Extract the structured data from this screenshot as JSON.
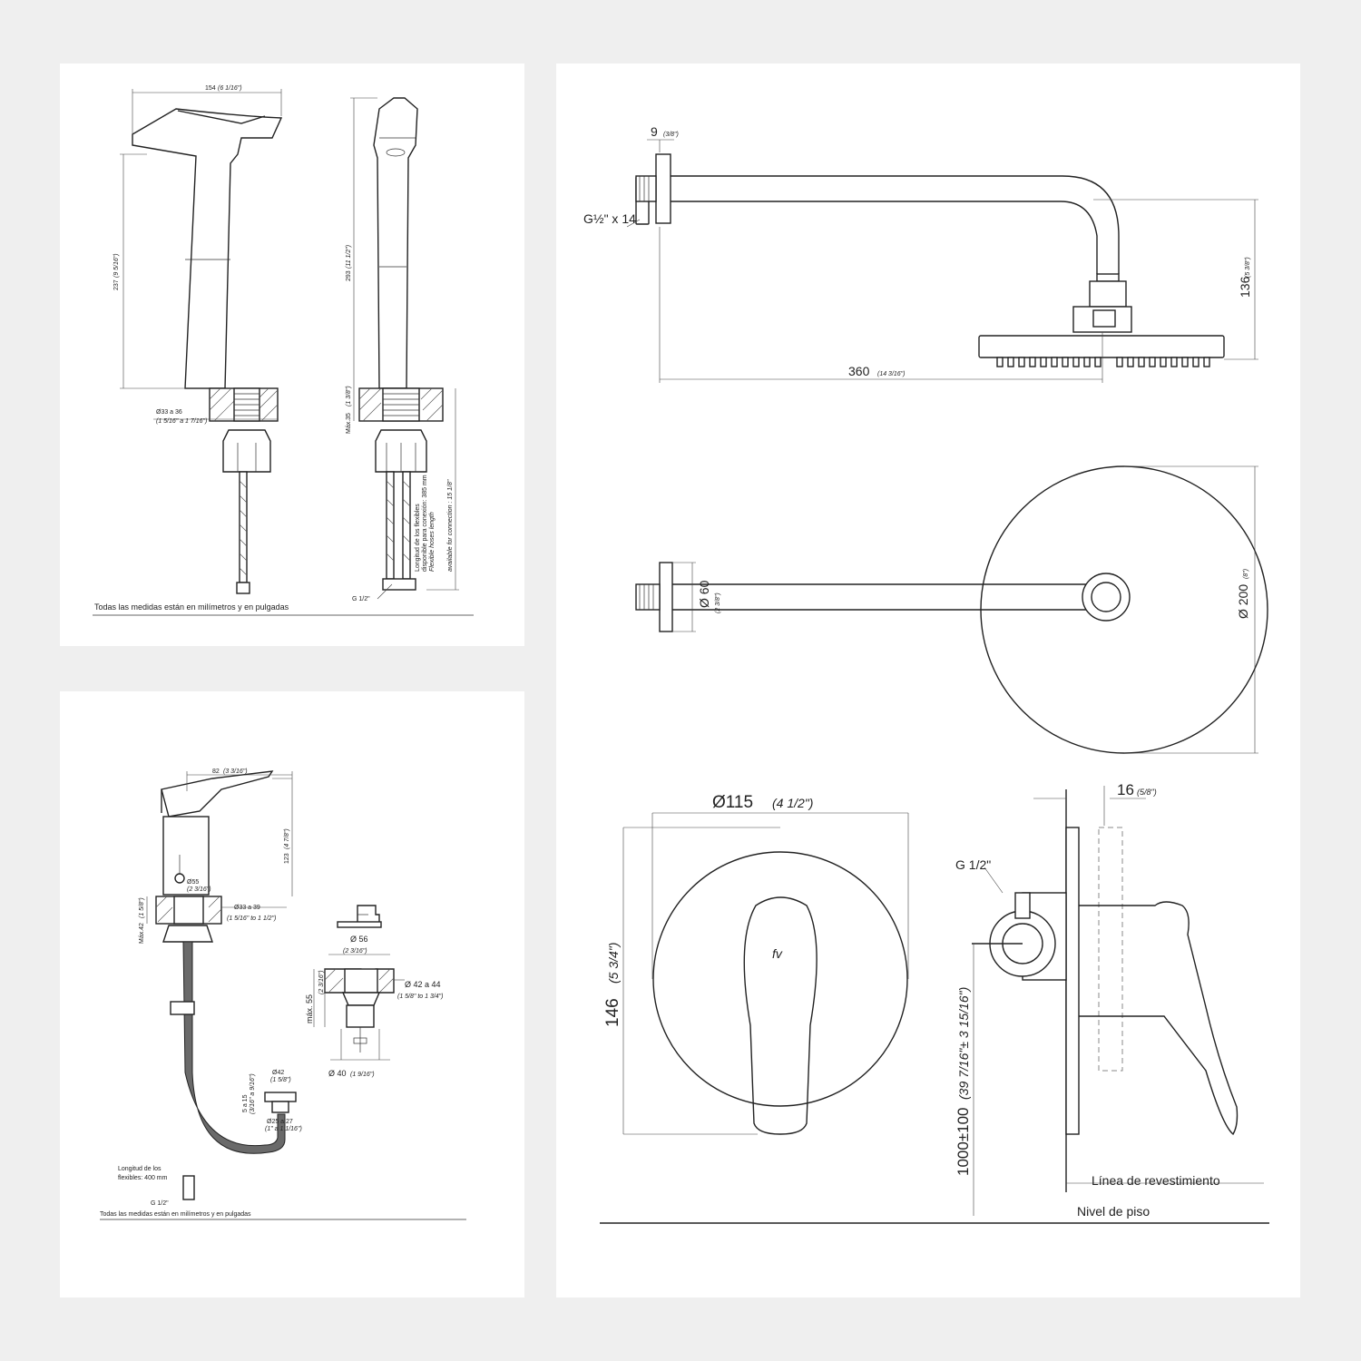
{
  "basin_tall": {
    "dim_width": "154",
    "dim_width_in": "(6 1/16\")",
    "dim_height_side": "237",
    "dim_height_side_in": "(9 5/16\")",
    "dim_height_front": "293",
    "dim_height_front_in": "(11 1/2\")",
    "dim_hole": "Ø33 a 36",
    "dim_hole_in": "(1 5/16\" a 1 7/16\")",
    "dim_max": "Máx.35",
    "dim_max_in": "(1 3/8\")",
    "hose_note_1": "Longitud de los flexibles",
    "hose_note_2": "disponible para conexión: 385 mm",
    "hose_note_3": "Flexible hoses length",
    "hose_note_4": "available for connection : 15 1/8\"",
    "thread": "G 1/2\"",
    "footnote": "Todas las medidas están en milímetros y en pulgadas"
  },
  "basin_short": {
    "dim_width": "82",
    "dim_width_in": "(3 3/16\")",
    "dim_height": "123",
    "dim_height_in": "(4 7/8\")",
    "dim_body": "Ø55",
    "dim_body_in": "(2 3/16\")",
    "dim_max": "Máx.42",
    "dim_max_in": "(1 5/8\")",
    "dim_hole": "Ø33 a 39",
    "dim_hole_in": "(1 5/16\" to 1 1/2\")",
    "drain_top": "Ø 56",
    "drain_top_in": "(2 3/16\")",
    "drain_max": "máx. 55",
    "drain_max_in": "(2 3/16\")",
    "drain_hole": "Ø 42 a 44",
    "drain_hole_in": "(1 5/8\" to 1 3/4\")",
    "drain_bottom": "Ø 40",
    "drain_bottom_in": "(1 9/16\")",
    "rod_dia": "Ø42",
    "rod_dia_in": "(1 5/8\")",
    "rod_range": "5 a 15",
    "rod_range_in": "(3/16\" a 9/16\")",
    "rod_hole": "Ø25 a 27",
    "rod_hole_in": "(1\" a 1 1/16\")",
    "hose_note_1": "Longitud de los",
    "hose_note_2": "flexibles: 400 mm",
    "thread": "G 1/2\"",
    "footnote": "Todas las medidas están en milímetros y en pulgadas"
  },
  "shower_arm": {
    "dim_flange": "9",
    "dim_flange_in": "(3/8\")",
    "thread": "G½\" x 14",
    "dim_reach": "360",
    "dim_reach_in": "(14 3/16\")",
    "dim_drop": "136",
    "dim_drop_in": "(5 3/8\")",
    "dim_flange_dia": "Ø 60",
    "dim_flange_dia_in": "(2 3/8\")",
    "dim_head_dia": "Ø 200",
    "dim_head_dia_in": "(8\")"
  },
  "valve": {
    "dim_plate": "Ø115",
    "dim_plate_in": "(4 1/2\")",
    "dim_height": "146",
    "dim_height_in": "(5 3/4\")",
    "dim_depth": "16",
    "dim_depth_in": "(5/8\")",
    "thread": "G 1/2\"",
    "dim_floor": "1000±100",
    "dim_floor_in": "(39 7/16\"± 3 15/16\")",
    "wall_line": "Línea de revestimiento",
    "floor_line": "Nivel de piso",
    "logo": "fv"
  }
}
